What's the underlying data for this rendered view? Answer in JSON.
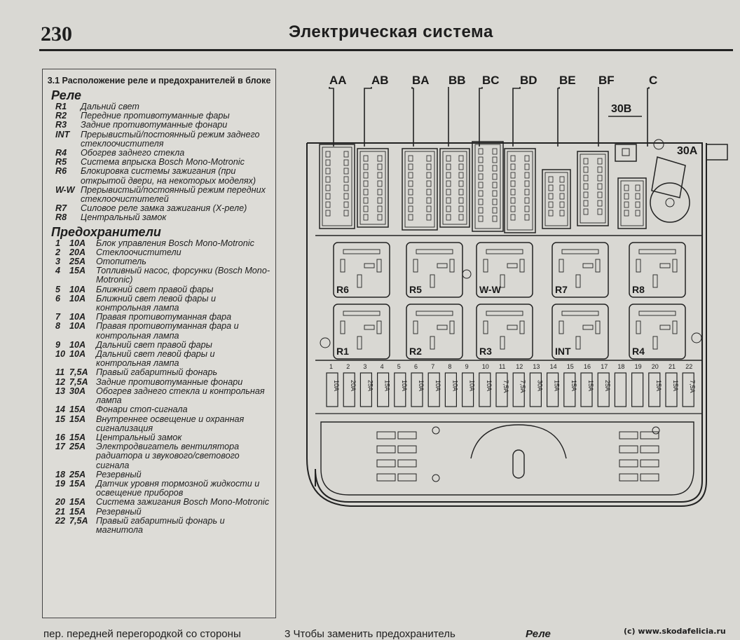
{
  "header": {
    "page_number": "230",
    "title": "Электрическая система"
  },
  "legend": {
    "section_title": "3.1 Расположение реле и предохранителей в блоке",
    "relays_title": "Реле",
    "relays": [
      {
        "code": "R1",
        "text": "Дальний свет"
      },
      {
        "code": "R2",
        "text": "Передние противотуманные фары"
      },
      {
        "code": "R3",
        "text": "Задние противотуманные фонари"
      },
      {
        "code": "INT",
        "text": "Прерывистый/постоянный режим заднего стеклоочистителя"
      },
      {
        "code": "R4",
        "text": "Обогрев заднего стекла"
      },
      {
        "code": "R5",
        "text": "Система впрыска Bosch Mono-Motronic"
      },
      {
        "code": "R6",
        "text": "Блокировка системы зажигания (при открытой двери, на некоторых моделях)"
      },
      {
        "code": "W-W",
        "text": "Прерывистый/постоянный режим передних стеклоочистителей"
      },
      {
        "code": "R7",
        "text": "Силовое реле замка зажигания (X-реле)"
      },
      {
        "code": "R8",
        "text": "Центральный замок"
      }
    ],
    "fuses_title": "Предохранители",
    "fuses": [
      {
        "num": "1",
        "amp": "10A",
        "text": "Блок управления Bosch Mono-Motronic"
      },
      {
        "num": "2",
        "amp": "20A",
        "text": "Стеклоочистители"
      },
      {
        "num": "3",
        "amp": "25A",
        "text": "Отопитель"
      },
      {
        "num": "4",
        "amp": "15A",
        "text": "Топливный насос, форсунки (Bosch Mono-Motronic)"
      },
      {
        "num": "5",
        "amp": "10A",
        "text": "Ближний свет правой фары"
      },
      {
        "num": "6",
        "amp": "10A",
        "text": "Ближний свет левой фары и контрольная лампа"
      },
      {
        "num": "7",
        "amp": "10A",
        "text": "Правая противотуманная фара"
      },
      {
        "num": "8",
        "amp": "10A",
        "text": "Правая противотуманная фара и контрольная лампа"
      },
      {
        "num": "9",
        "amp": "10A",
        "text": "Дальний свет правой фары"
      },
      {
        "num": "10",
        "amp": "10A",
        "text": "Дальний свет левой фары и контрольная лампа"
      },
      {
        "num": "11",
        "amp": "7,5A",
        "text": "Правый габаритный фонарь"
      },
      {
        "num": "12",
        "amp": "7,5A",
        "text": "Задние противотуманные фонари"
      },
      {
        "num": "13",
        "amp": "30A",
        "text": "Обогрев заднего стекла и контрольная лампа"
      },
      {
        "num": "14",
        "amp": "15A",
        "text": "Фонари стоп-сигнала"
      },
      {
        "num": "15",
        "amp": "15A",
        "text": "Внутреннее освещение и охранная сигнализация"
      },
      {
        "num": "16",
        "amp": "15A",
        "text": "Центральный замок"
      },
      {
        "num": "17",
        "amp": "25A",
        "text": "Электродвигатель вентилятора радиатора и звукового/светового сигнала"
      },
      {
        "num": "18",
        "amp": "25A",
        "text": "Резервный"
      },
      {
        "num": "19",
        "amp": "15A",
        "text": "Датчик уровня тормозной жидкости и освещение приборов"
      },
      {
        "num": "20",
        "amp": "15A",
        "text": "Система зажигания Bosch Mono-Motronic"
      },
      {
        "num": "21",
        "amp": "15A",
        "text": "Резервный"
      },
      {
        "num": "22",
        "amp": "7,5A",
        "text": "Правый габаритный фонарь и магнитола"
      }
    ]
  },
  "diagram": {
    "connectors": [
      "AA",
      "AB",
      "BA",
      "BB",
      "BC",
      "BD",
      "BE",
      "BF",
      "C"
    ],
    "label_30b": "30B",
    "label_30a": "30A",
    "relay_row1": [
      "R6",
      "R5",
      "W-W",
      "R7",
      "R8"
    ],
    "relay_row2": [
      "R1",
      "R2",
      "R3",
      "INT",
      "R4"
    ],
    "fuse_numbers": [
      "1",
      "2",
      "3",
      "4",
      "5",
      "6",
      "7",
      "8",
      "9",
      "10",
      "11",
      "12",
      "13",
      "14",
      "15",
      "16",
      "17",
      "18",
      "19",
      "20",
      "21",
      "22"
    ],
    "fuse_ratings": [
      "10A",
      "20A",
      "25A",
      "15A",
      "10A",
      "10A",
      "10A",
      "10A",
      "10A",
      "10A",
      "7,5A",
      "7,5A",
      "30A",
      "15A",
      "15A",
      "15A",
      "25A",
      "",
      "",
      "15A",
      "15A",
      "7,5A"
    ]
  },
  "footer": {
    "left_text": "пер. передней перегородкой со стороны",
    "mid_text": "3   Чтобы заменить предохранитель",
    "right_text": "Реле",
    "watermark": "(с) www.skodafelicia.ru"
  }
}
